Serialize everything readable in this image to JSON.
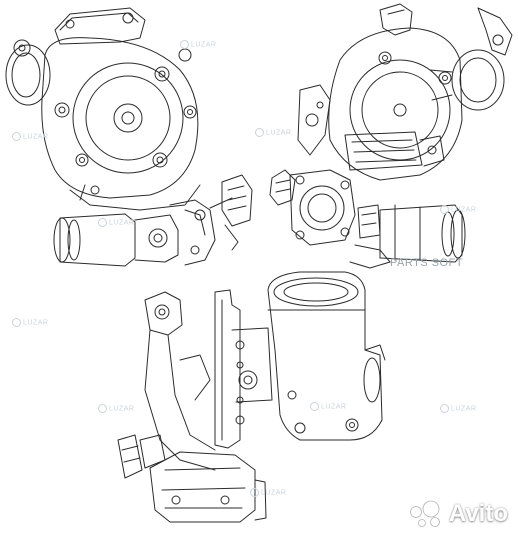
{
  "watermarks": {
    "parts_soft": "PARTS SOFT",
    "avito": "Avito",
    "brand": "LUZAR"
  },
  "colors": {
    "line": "#2b2b2b",
    "watermark": "#c9d3db"
  }
}
